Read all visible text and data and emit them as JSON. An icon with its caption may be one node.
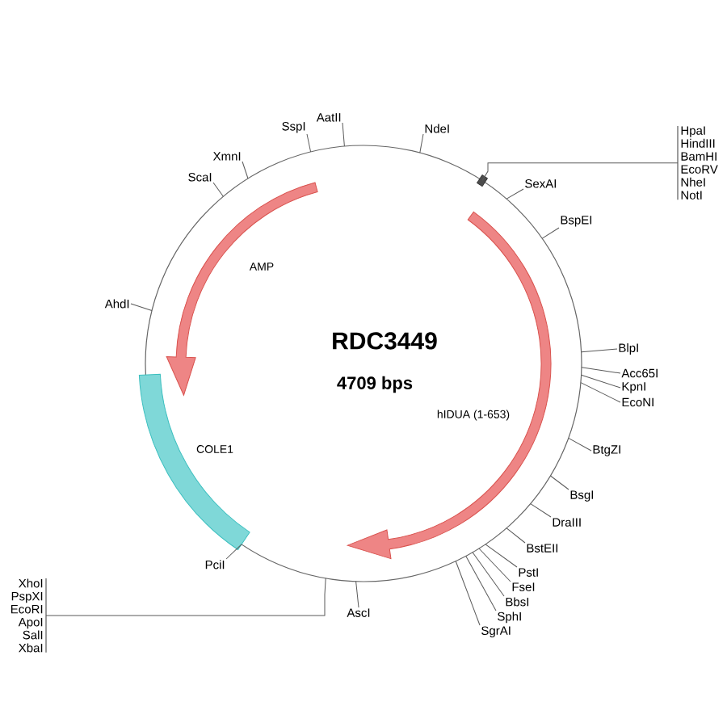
{
  "diagram": {
    "title": "RDC3449",
    "nodes": [
      {
        "text": [
          "AatII"
        ]
      },
      {
        "text": [
          "SspI"
        ]
      },
      {
        "text": [
          "NdeI"
        ]
      },
      {
        "text": [
          "XmnI"
        ]
      },
      {
        "text": [
          "HpaI",
          "HindIII",
          "BamHI",
          "EcoRV",
          "NheI",
          "NotI"
        ]
      },
      {
        "text": [
          "ScaI"
        ]
      },
      {
        "text": [
          "SexAI"
        ]
      },
      {
        "text": [
          "BspEI"
        ]
      },
      {
        "text": [
          "AhdI"
        ]
      },
      {
        "text": [
          "BlpI"
        ]
      },
      {
        "text": [
          "Acc65I"
        ]
      },
      {
        "text": [
          "KpnI"
        ]
      },
      {
        "text": [
          "EcoNI"
        ]
      },
      {
        "text": [
          "BtgZI"
        ]
      },
      {
        "text": [
          "BsgI"
        ]
      },
      {
        "text": [
          "DraIII"
        ]
      },
      {
        "text": [
          "BstEII"
        ]
      },
      {
        "text": [
          "PciI"
        ]
      },
      {
        "text": [
          "PstI"
        ]
      },
      {
        "text": [
          "XhoI",
          "PspXI",
          "EcoRI",
          "ApoI",
          "SalI",
          "XbaI"
        ]
      },
      {
        "text": [
          "FseI"
        ]
      },
      {
        "text": [
          "BbsI"
        ]
      },
      {
        "text": [
          "SphI"
        ]
      },
      {
        "text": [
          "SgrAI"
        ]
      },
      {
        "text": [
          "AscI"
        ]
      }
    ],
    "edges": [
      {
        "from": 0,
        "to": null,
        "arrow": "none"
      },
      {
        "from": 1,
        "to": null,
        "arrow": "none"
      },
      {
        "from": 2,
        "to": null,
        "arrow": "none"
      },
      {
        "from": 3,
        "to": null,
        "arrow": "none"
      },
      {
        "from": 4,
        "to": null,
        "arrow": "none"
      },
      {
        "from": 5,
        "to": null,
        "arrow": "none"
      },
      {
        "from": 6,
        "to": null,
        "arrow": "none"
      },
      {
        "from": 7,
        "to": null,
        "arrow": "none"
      },
      {
        "from": 8,
        "to": null,
        "arrow": "none"
      },
      {
        "from": 9,
        "to": null,
        "arrow": "none"
      },
      {
        "from": 10,
        "to": null,
        "arrow": "none"
      },
      {
        "from": 11,
        "to": null,
        "arrow": "none"
      },
      {
        "from": 12,
        "to": null,
        "arrow": "none"
      },
      {
        "from": 13,
        "to": null,
        "arrow": "none"
      },
      {
        "from": 14,
        "to": null,
        "arrow": "none"
      },
      {
        "from": 15,
        "to": null,
        "arrow": "none"
      },
      {
        "from": 16,
        "to": null,
        "arrow": "none"
      },
      {
        "from": 17,
        "to": null,
        "arrow": "none"
      },
      {
        "from": 18,
        "to": null,
        "arrow": "none"
      },
      {
        "from": 19,
        "to": null,
        "arrow": "none"
      },
      {
        "from": 20,
        "to": null,
        "arrow": "none"
      },
      {
        "from": 21,
        "to": null,
        "arrow": "none"
      },
      {
        "from": 22,
        "to": null,
        "arrow": "none"
      },
      {
        "from": 23,
        "to": null,
        "arrow": "none"
      },
      {
        "from": 24,
        "to": null,
        "arrow": "none"
      }
    ],
    "labels": [
      "4709 bps",
      "AMP",
      "hIDUA (1-653)",
      "COLE1"
    ]
  }
}
